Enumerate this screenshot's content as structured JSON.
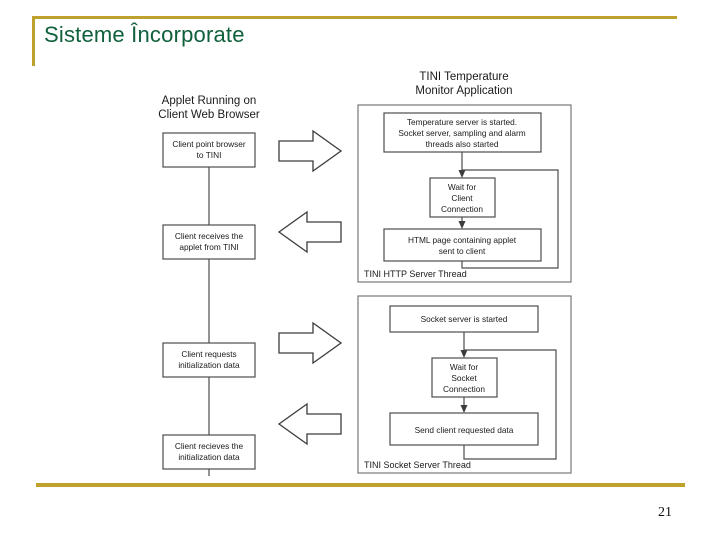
{
  "slide": {
    "title": "Sisteme Încorporate",
    "page_number": "21",
    "accent_color": "#bfa22e",
    "title_color": "#10603c"
  },
  "diagram": {
    "left_column": {
      "heading_line1": "Applet Running on",
      "heading_line2": "Client Web Browser",
      "boxes": [
        {
          "line1": "Client point browser",
          "line2": "to TINI"
        },
        {
          "line1": "Client receives the",
          "line2": "applet from TINI"
        },
        {
          "line1": "Client requests",
          "line2": "initialization data"
        },
        {
          "line1": "Client recieves the",
          "line2": "initialization data"
        }
      ]
    },
    "right_column": {
      "heading_line1": "TINI Temperature",
      "heading_line2": "Monitor Application",
      "http_panel": {
        "thread_label": "TINI HTTP Server Thread",
        "boxes": [
          {
            "line1": "Temperature server is started.",
            "line2": "Socket server, sampling and alarm",
            "line3": "threads also started"
          },
          {
            "line1": "Wait for",
            "line2": "Client",
            "line3": "Connection"
          },
          {
            "line1": "HTML page containing applet",
            "line2": "sent to client"
          }
        ]
      },
      "socket_panel": {
        "thread_label": "TINI Socket Server Thread",
        "boxes": [
          {
            "line1": "Socket server is started"
          },
          {
            "line1": "Wait for",
            "line2": "Socket",
            "line3": "Connection"
          },
          {
            "line1": "Send client requested data"
          }
        ]
      }
    },
    "connector_arrows": [
      {
        "name": "arrow-right-browse-request",
        "direction": "right"
      },
      {
        "name": "arrow-left-applet-response",
        "direction": "left"
      },
      {
        "name": "arrow-right-init-request",
        "direction": "right"
      },
      {
        "name": "arrow-left-init-response",
        "direction": "left"
      },
      {
        "name": "arrow-down-continue",
        "direction": "down"
      }
    ]
  }
}
